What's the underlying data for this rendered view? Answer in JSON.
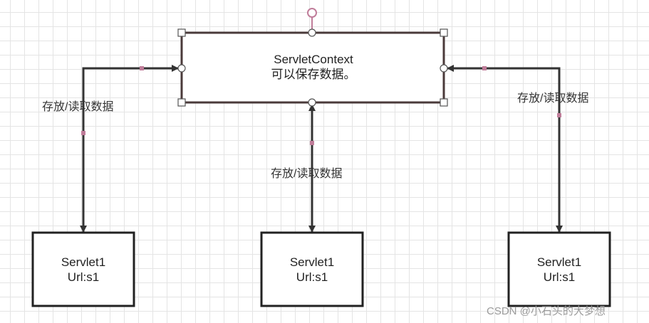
{
  "context_box": {
    "title": "ServletContext",
    "subtitle": "可以保存数据。"
  },
  "servlets": [
    {
      "name": "Servlet1",
      "url": "Url:s1"
    },
    {
      "name": "Servlet1",
      "url": "Url:s1"
    },
    {
      "name": "Servlet1",
      "url": "Url:s1"
    }
  ],
  "edge_labels": [
    "存放/读取数据",
    "存放/读取数据",
    "存放/读取数据"
  ],
  "watermark": "CSDN @小石头的大梦想",
  "colors": {
    "line": "#333333",
    "box_border": "#222222",
    "handle": "#c07d9a",
    "selection_border": "#4a3a3a"
  }
}
